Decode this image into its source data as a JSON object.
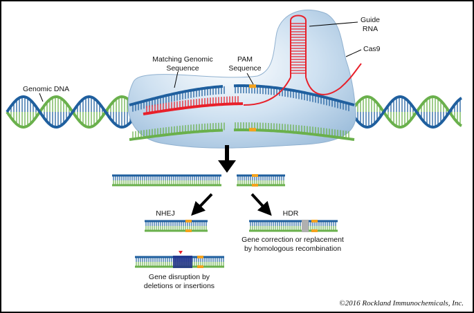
{
  "labels": {
    "guide_rna_line1": "Guide",
    "guide_rna_line2": "RNA",
    "cas9": "Cas9",
    "matching_line1": "Matching Genomic",
    "matching_line2": "Sequence",
    "pam_line1": "PAM",
    "pam_line2": "Sequence",
    "genomic_dna": "Genomic DNA",
    "nhej": "NHEJ",
    "hdr": "HDR",
    "hdr_desc_line1": "Gene correction or replacement",
    "hdr_desc_line2": "by homologous recombination",
    "nhej_desc_line1": "Gene disruption by",
    "nhej_desc_line2": "deletions or insertions",
    "copyright": "©2016 Rockland Immunochemicals, Inc."
  },
  "colors": {
    "dna_strand_a": "#1f5f9e",
    "dna_strand_b": "#6ab04c",
    "guide_rna": "#e8202a",
    "pam": "#f4a21d",
    "cas9_fill": "#b8d3ea",
    "insert_grey": "#b0b0b0",
    "indel_dark": "#1f2f8a",
    "marker": "#e8202a"
  }
}
